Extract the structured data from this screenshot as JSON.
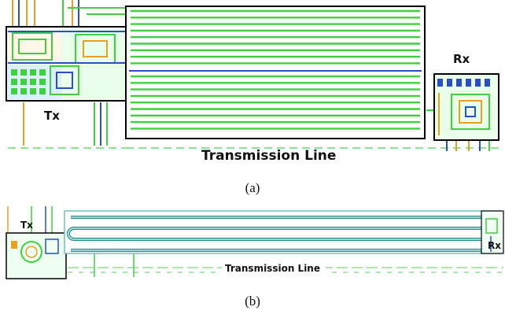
{
  "panel_a": {
    "tx_label": "Tx",
    "rx_label": "Rx",
    "tline_label": "Transmission Line",
    "caption": "(a)"
  },
  "panel_b": {
    "tx_label": "Tx",
    "rx_label": "Rx",
    "tline_label": "Transmission Line",
    "caption": "(b)"
  },
  "colors": {
    "trace_green": "#3fcf3f",
    "trace_cyan": "#5ad8c8",
    "metal_blue": "#2a4fc0",
    "pin_orange": "#e8a020",
    "box": "#000000"
  }
}
